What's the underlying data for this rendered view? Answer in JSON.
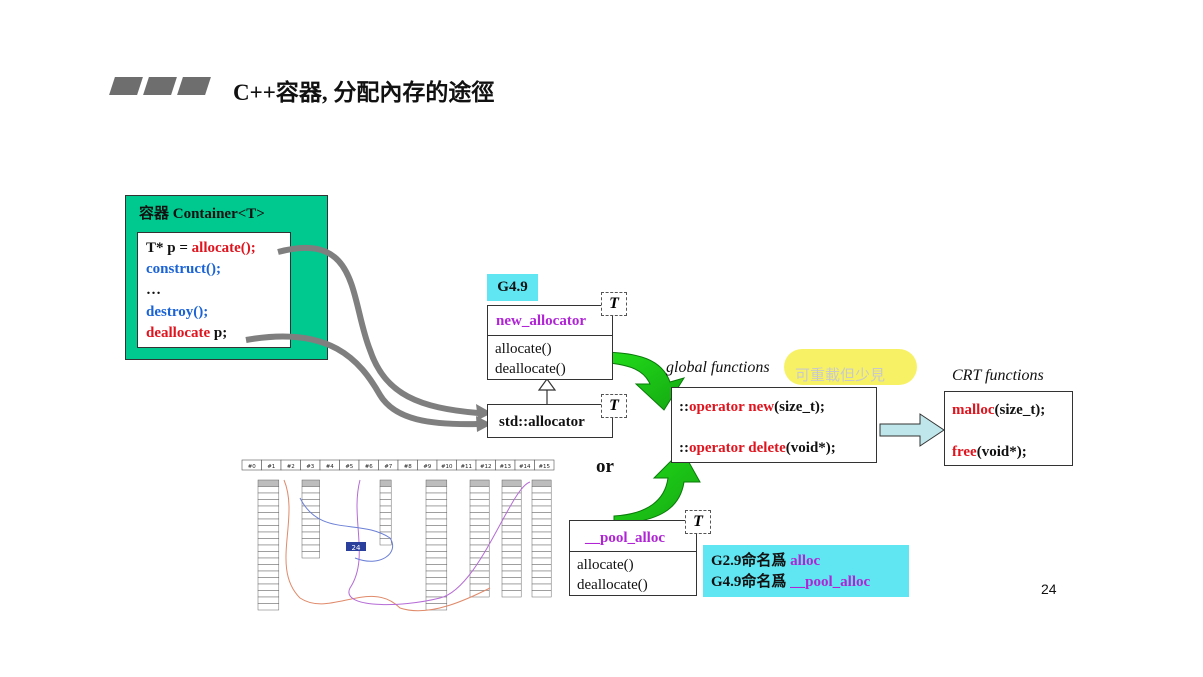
{
  "slide": {
    "title": "C++容器, 分配內存的途徑",
    "page_number": "24"
  },
  "container": {
    "title": "容器 Container<T>",
    "code": {
      "allocate_prefix": "T* p = ",
      "allocate_call": "allocate();",
      "construct_call": "construct();",
      "ellipsis": "…",
      "destroy_call": "destroy();",
      "deallocate_keyword": "deallocate",
      "deallocate_suffix": " p;"
    }
  },
  "g49": {
    "version_label": "G4.9",
    "class_name": "new_allocator",
    "template_param": "T",
    "methods": [
      "allocate()",
      "deallocate()"
    ]
  },
  "std_allocator": {
    "class_name": "std::allocator",
    "template_param": "T"
  },
  "or_label": "or",
  "pool_alloc": {
    "class_name": "__pool_alloc",
    "template_param": "T",
    "methods": [
      "allocate()",
      "deallocate()"
    ],
    "note": {
      "line1_prefix": "G2.9命名爲 ",
      "line1_name": "alloc",
      "line2_prefix": "G4.9命名爲 ",
      "line2_name": "__pool_alloc"
    }
  },
  "global_functions": {
    "label": "global functions",
    "note": "可重載但少見",
    "op_new_prefix": "::",
    "op_new_keyword": "operator new",
    "op_new_args": "(size_t);",
    "op_delete_prefix": "::",
    "op_delete_keyword": "operator delete",
    "op_delete_args": "(void*);"
  },
  "crt_functions": {
    "label": "CRT functions",
    "malloc_name": "malloc",
    "malloc_args": "(size_t);",
    "free_name": "free",
    "free_args": "(void*);"
  },
  "freelist_diagram": {
    "headers": [
      "#0",
      "#1",
      "#2",
      "#3",
      "#4",
      "#5",
      "#6",
      "#7",
      "#8",
      "#9",
      "#10",
      "#11",
      "#12",
      "#13",
      "#14",
      "#15"
    ],
    "badge": "24"
  },
  "colors": {
    "container_bg": "#00c98f",
    "version_bg": "#5fe6f2",
    "keyword_red": "#e0141e",
    "keyword_blue": "#1a63d6",
    "keyword_purple": "#b024d6",
    "arrow_green": "#22e01a",
    "arrow_gray": "#7f7f7f",
    "highlight_yellow": "#f6f04a"
  }
}
